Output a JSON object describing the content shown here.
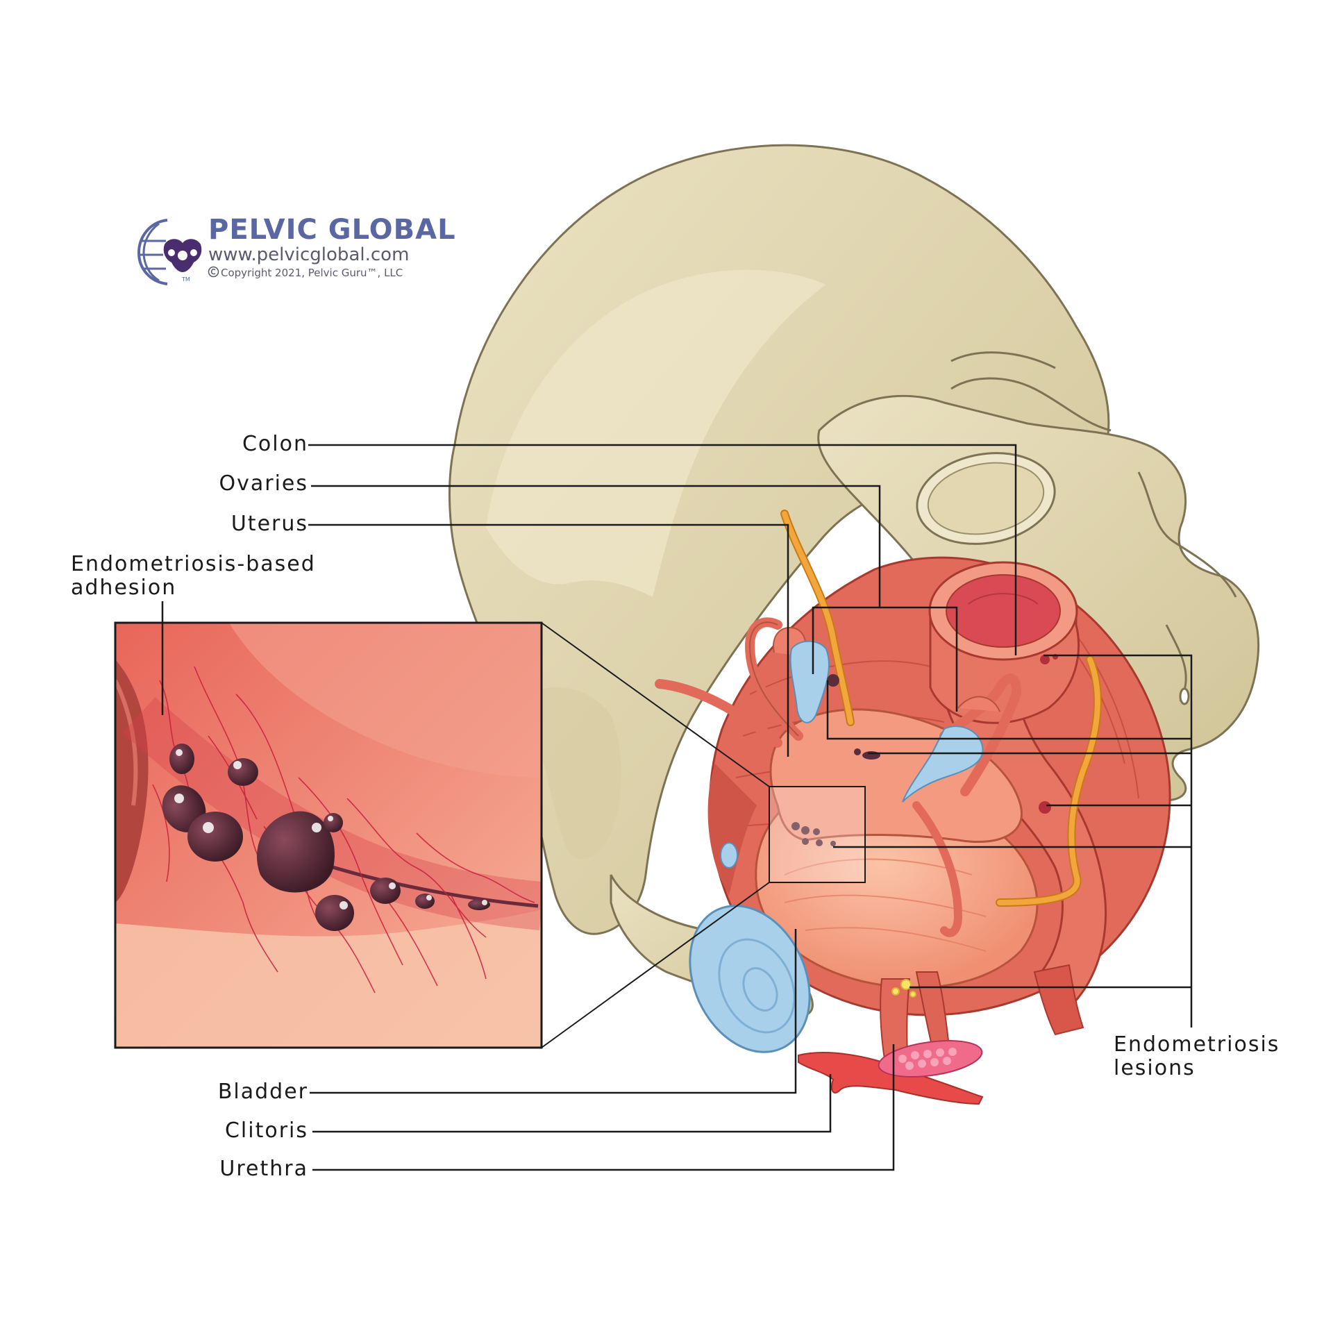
{
  "logo": {
    "title": "PELVIC GLOBAL",
    "url": "www.pelvicglobal.com",
    "copyright": "Copyright 2021, Pelvic Guru™, LLC",
    "tm": "TM"
  },
  "labels": {
    "colon": "Colon",
    "ovaries": "Ovaries",
    "uterus": "Uterus",
    "adhesion_line1": "Endometriosis-based",
    "adhesion_line2": "adhesion",
    "bladder": "Bladder",
    "clitoris": "Clitoris",
    "urethra": "Urethra",
    "lesions_line1": "Endometriosis",
    "lesions_line2": "lesions"
  },
  "colors": {
    "brand": "#5a67a3",
    "bone": "#e6dcb9",
    "bone_shadow": "#c9bd92",
    "tissue": "#ee7f6c",
    "tissue_dark": "#d9574a",
    "muscle": "#de6456",
    "blue": "#a8d0ea",
    "orange": "#f2a63c",
    "lesion": "#5b2d3a",
    "leader": "#1a1a1a"
  }
}
